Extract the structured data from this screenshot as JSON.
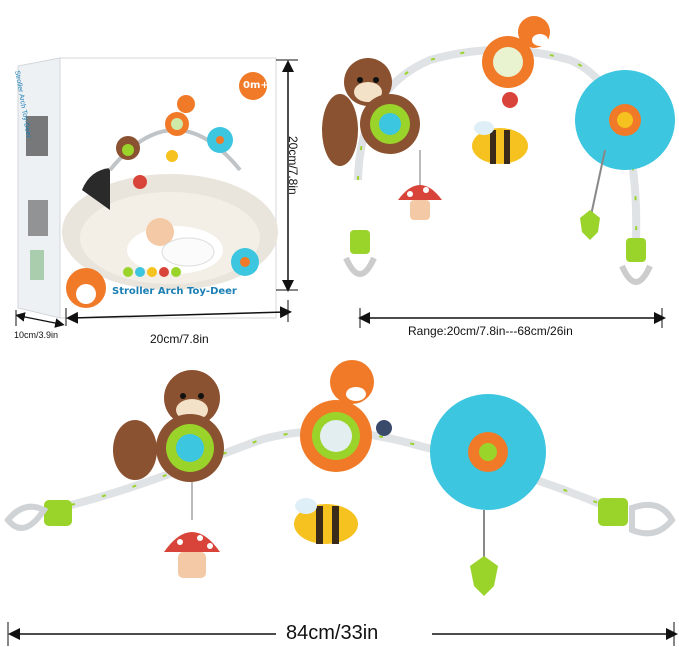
{
  "product_box": {
    "title": "Stroller Arch Toy-Deer",
    "age_badge": "0m+",
    "side_label": "Stroller Arch Toy-Deer"
  },
  "dimensions": {
    "box_height": "20cm/7.8in",
    "box_width": "20cm/7.8in",
    "box_depth": "10cm/3.9in",
    "arch_range": "Range:20cm/7.8in---68cm/26in",
    "total_length": "84cm/33in"
  },
  "colors": {
    "green": "#9ad32a",
    "orange": "#f07a28",
    "brown": "#8a5230",
    "blue": "#3cc6e0",
    "yellow": "#f5c21f",
    "red": "#d9443a"
  }
}
